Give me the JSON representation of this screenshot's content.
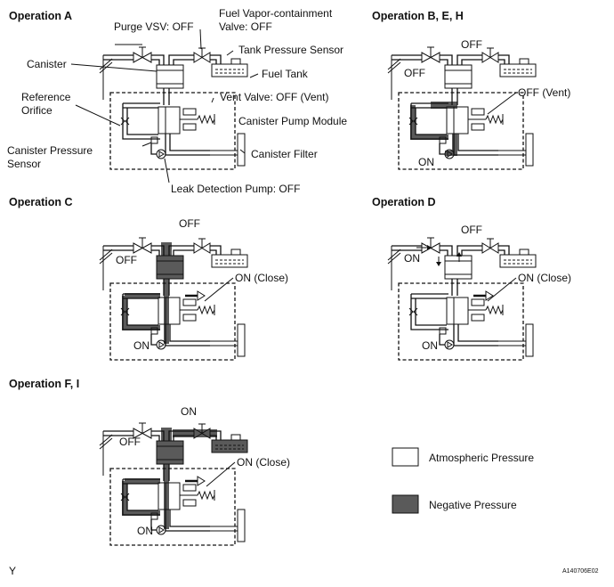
{
  "titles": {
    "a": "Operation A",
    "beh": "Operation B, E, H",
    "c": "Operation C",
    "d": "Operation D",
    "fi": "Operation F, I"
  },
  "op_a_labels": {
    "purge_vsv": "Purge VSV: OFF",
    "fuel_vapor_line1": "Fuel Vapor-containment",
    "fuel_vapor_line2": "Valve: OFF",
    "tank_pressure_sensor": "Tank Pressure Sensor",
    "canister": "Canister",
    "fuel_tank": "Fuel Tank",
    "reference_line1": "Reference",
    "reference_line2": "Orifice",
    "vent_valve": "Vent Valve: OFF (Vent)",
    "pump_module": "Canister Pump Module",
    "cps_line1": "Canister Pressure",
    "cps_line2": "Sensor",
    "canister_filter": "Canister Filter",
    "leak_pump": "Leak Detection Pump: OFF"
  },
  "op_beh_labels": {
    "top": "OFF",
    "purge": "OFF",
    "vent": "OFF (Vent)",
    "pump": "ON"
  },
  "op_c_labels": {
    "top": "OFF",
    "purge": "OFF",
    "vent": "ON (Close)",
    "pump": "ON"
  },
  "op_d_labels": {
    "top": "OFF",
    "purge": "ON",
    "vent": "ON (Close)",
    "pump": "ON"
  },
  "op_fi_labels": {
    "top": "ON",
    "purge": "OFF",
    "vent": "ON (Close)",
    "pump": "ON"
  },
  "legend": {
    "atmospheric": "Atmospheric Pressure",
    "negative": "Negative Pressure"
  },
  "footer": {
    "left": "Y",
    "right": "A140706E02"
  },
  "colors": {
    "negative_fill": "#5a5a5a",
    "line": "#111111"
  }
}
